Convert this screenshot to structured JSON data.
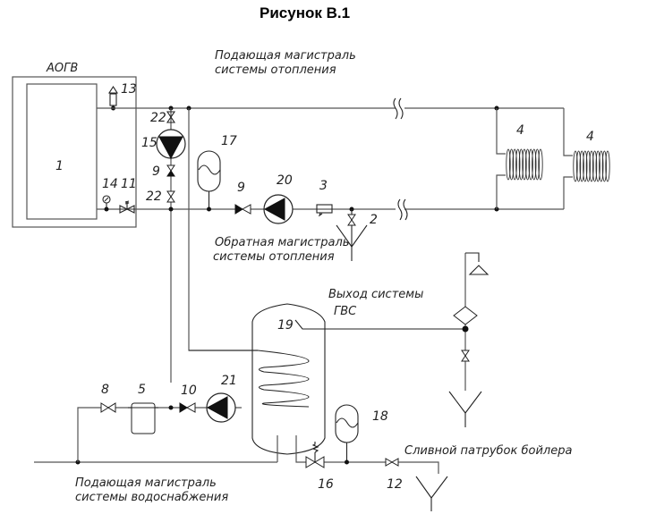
{
  "title": "Рисунок В.1",
  "labels": {
    "aogv": "АОГВ",
    "supply_heating_1": "Подающая магистраль",
    "supply_heating_2": "системы отопления",
    "return_heating_1": "Обратная магистраль",
    "return_heating_2": "системы отопления",
    "hw_out_1": "Выход системы",
    "hw_out_2": "ГВС",
    "water_supply_1": "Подающая магистраль",
    "water_supply_2": "системы водоснабжения",
    "boiler_drain": "Сливной патрубок бойлера"
  },
  "positions": {
    "p1": "1",
    "p2": "2",
    "p3": "3",
    "p4a": "4",
    "p4b": "4",
    "p5": "5",
    "p8": "8",
    "p9a": "9",
    "p9b": "9",
    "p10": "10",
    "p11": "11",
    "p12": "12",
    "p13": "13",
    "p14": "14",
    "p15": "15",
    "p16": "16",
    "p17": "17",
    "p18": "18",
    "p19": "19",
    "p20": "20",
    "p21": "21",
    "p22a": "22",
    "p22b": "22"
  }
}
